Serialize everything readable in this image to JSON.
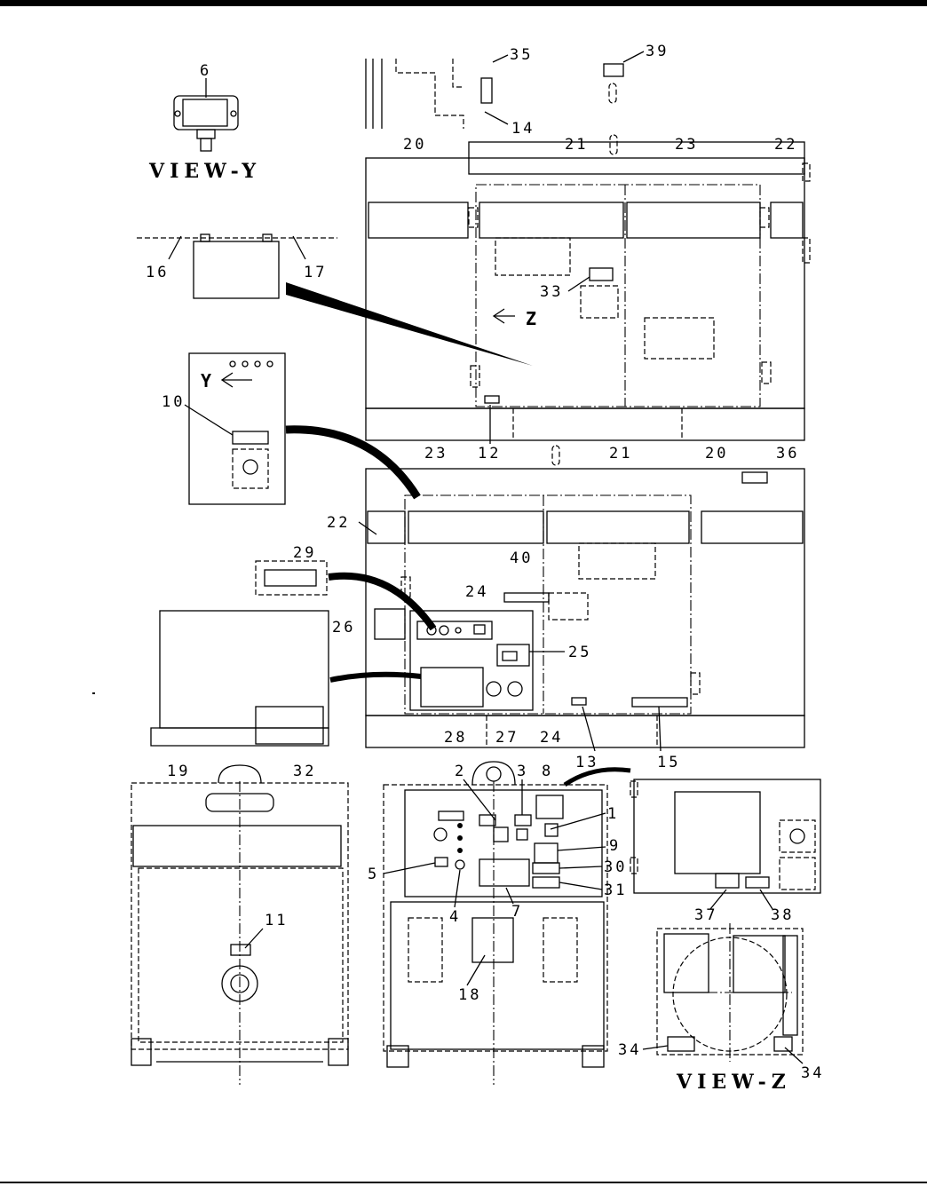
{
  "views": {
    "view_y": "VIEW-Y",
    "view_z": "VIEW-Z"
  },
  "markers": {
    "y_arrow": "Y",
    "z_arrow": "Z"
  },
  "callouts": {
    "c1": "1",
    "c2": "2",
    "c3": "3",
    "c4": "4",
    "c5": "5",
    "c6": "6",
    "c7": "7",
    "c8": "8",
    "c9": "9",
    "c10": "10",
    "c11": "11",
    "c12": "12",
    "c13": "13",
    "c14": "14",
    "c15": "15",
    "c16": "16",
    "c17": "17",
    "c18": "18",
    "c19": "19",
    "c20": "20",
    "c21": "21",
    "c22": "22",
    "c23": "23",
    "c24": "24",
    "c25": "25",
    "c26": "26",
    "c27": "27",
    "c28": "28",
    "c29": "29",
    "c30": "30",
    "c31": "31",
    "c32": "32",
    "c33": "33",
    "c34": "34",
    "c35": "35",
    "c36": "36",
    "c37": "37",
    "c38": "38",
    "c39": "39",
    "c40": "40"
  }
}
